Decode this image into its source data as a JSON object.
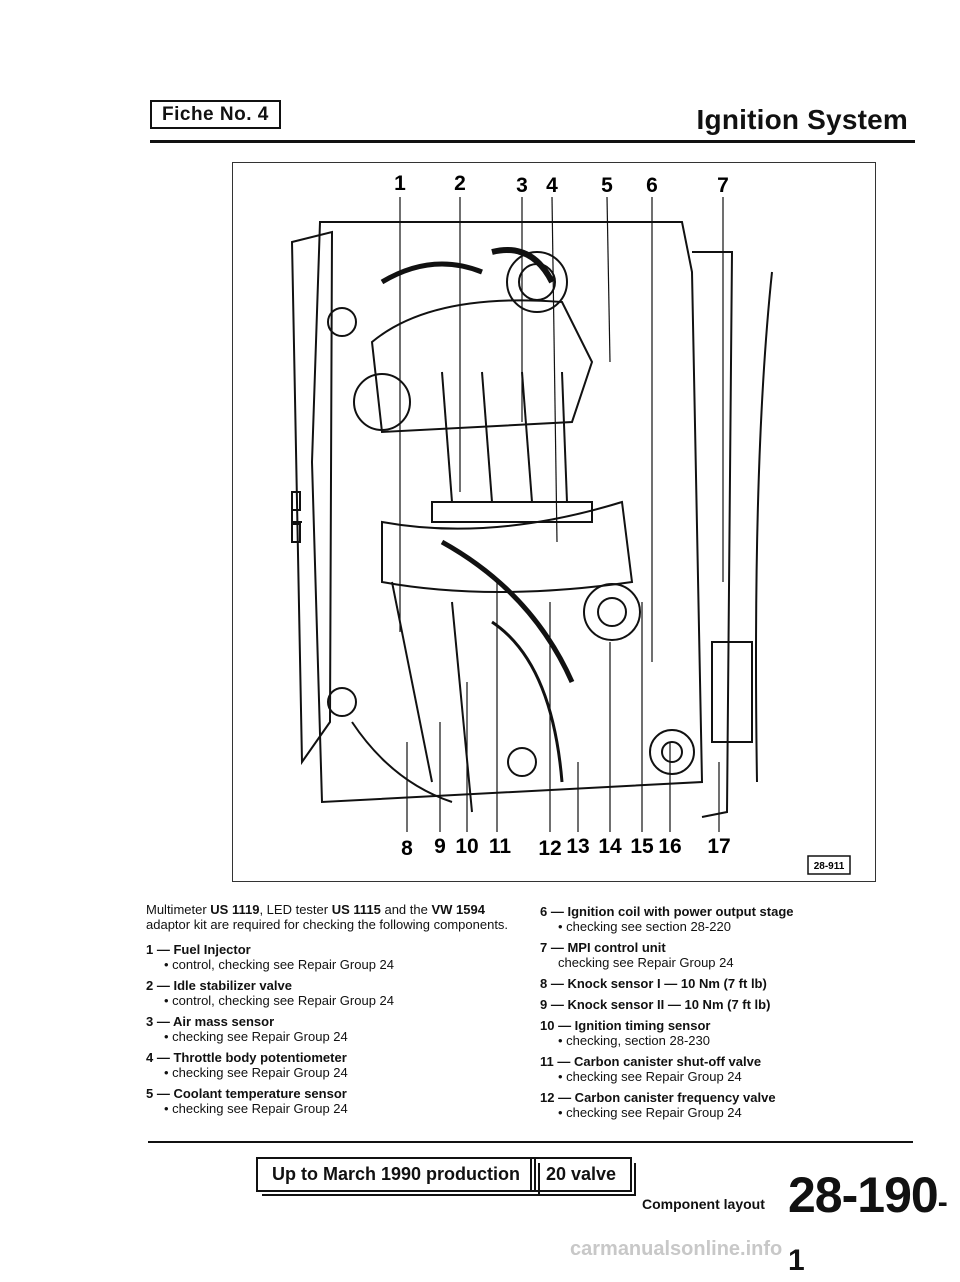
{
  "header": {
    "fiche_label": "Fiche No. 4",
    "title": "Ignition System"
  },
  "figure": {
    "callouts_top": [
      "1",
      "2",
      "3",
      "4",
      "5",
      "6",
      "7"
    ],
    "callouts_bottom": [
      "8",
      "9",
      "10",
      "11",
      "12",
      "13",
      "14",
      "15",
      "16",
      "17"
    ],
    "figure_id": "28-911"
  },
  "text": {
    "intro": {
      "p1": "Multimeter ",
      "b1": "US 1119",
      "p2": ", LED tester ",
      "b2": "US 1115",
      "p3": " and the ",
      "b3": "VW 1594",
      "p4": " adaptor kit are required for checking the following components."
    },
    "items_left": [
      {
        "title": "1 — Fuel Injector",
        "sub": "• control, checking see Repair Group 24"
      },
      {
        "title": "2 — Idle stabilizer valve",
        "sub": "• control, checking see Repair Group 24"
      },
      {
        "title": "3 — Air mass sensor",
        "sub": "• checking see Repair Group 24"
      },
      {
        "title": "4 — Throttle body potentiometer",
        "sub": "• checking see Repair Group 24"
      },
      {
        "title": "5 — Coolant temperature sensor",
        "sub": "• checking see Repair Group 24"
      }
    ],
    "items_right": [
      {
        "title": "6 — Ignition coil with power output stage",
        "sub": "• checking see section 28-220"
      },
      {
        "title": "7 — MPI control unit",
        "sub": "checking see Repair Group 24"
      },
      {
        "title": "8 — Knock sensor I — 10 Nm (7 ft lb)",
        "sub": ""
      },
      {
        "title": "9 — Knock sensor II — 10 Nm (7 ft lb)",
        "sub": ""
      },
      {
        "title": "10 — Ignition timing sensor",
        "sub": "• checking, section 28-230"
      },
      {
        "title": "11 — Carbon canister shut-off valve",
        "sub": "• checking see Repair Group 24"
      },
      {
        "title": "12 — Carbon canister frequency valve",
        "sub": "• checking see Repair Group 24"
      }
    ]
  },
  "footer": {
    "production": "Up to March 1990 production",
    "valve": "20 valve",
    "component_layout": "Component layout",
    "page_main": "28-190",
    "page_tail": "-1"
  },
  "watermark": "carmanualsonline.info"
}
